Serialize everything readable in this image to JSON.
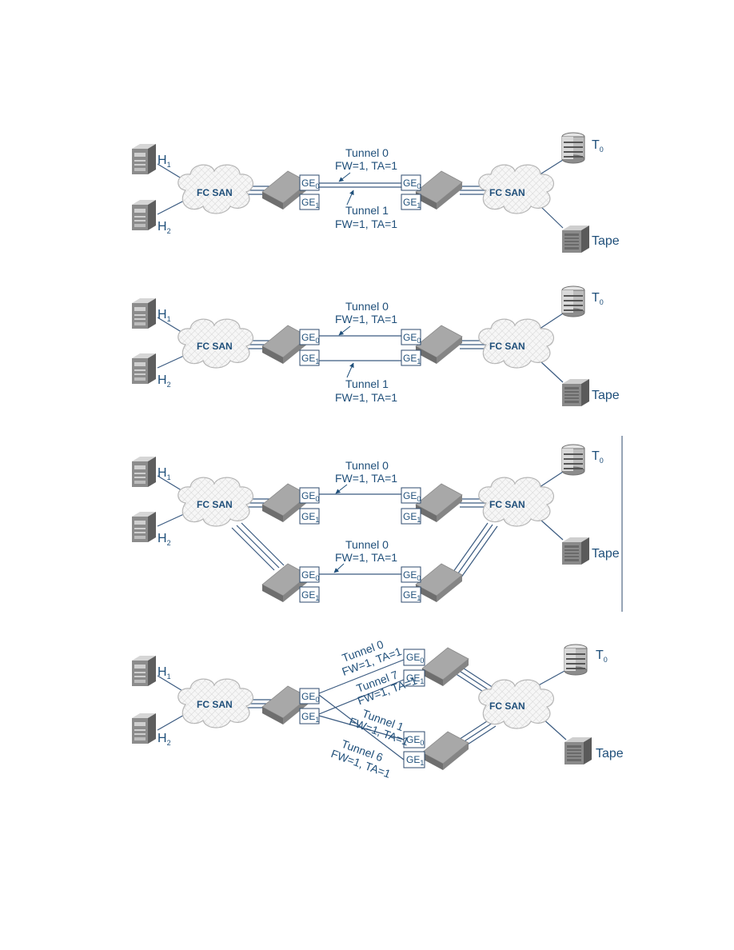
{
  "labels": {
    "host1": "H",
    "host1_sub": "1",
    "host2": "H",
    "host2_sub": "2",
    "target": "T",
    "target_sub": "0",
    "tape": "Tape",
    "fc_san": "FC SAN",
    "ge": "GE",
    "ge0_sub": "0",
    "ge1_sub": "1"
  },
  "panels": [
    {
      "tunnels": [
        {
          "name": "Tunnel 0",
          "params": "FW=1, TA=1"
        },
        {
          "name": "Tunnel 1",
          "params": "FW=1, TA=1"
        }
      ]
    },
    {
      "tunnels": [
        {
          "name": "Tunnel 0",
          "params": "FW=1, TA=1"
        },
        {
          "name": "Tunnel 1",
          "params": "FW=1, TA=1"
        }
      ]
    },
    {
      "tunnels": [
        {
          "name": "Tunnel 0",
          "params": "FW=1, TA=1"
        },
        {
          "name": "Tunnel 0",
          "params": "FW=1, TA=1"
        }
      ]
    },
    {
      "tunnels": [
        {
          "name": "Tunnel 0",
          "params": "FW=1, TA=1"
        },
        {
          "name": "Tunnel 7",
          "params": "FW=1, TA=1"
        },
        {
          "name": "Tunnel 1",
          "params": "FW=1, TA=1"
        },
        {
          "name": "Tunnel 6",
          "params": "FW=1, TA=1"
        }
      ]
    }
  ],
  "colors": {
    "text": "#1f4f7a",
    "line": "#3a5a80",
    "device": "#9a9a9a",
    "device_dark": "#6e6e6e",
    "cloud_fill": "#f4f4f4",
    "cloud_stroke": "#b5b5b5"
  }
}
